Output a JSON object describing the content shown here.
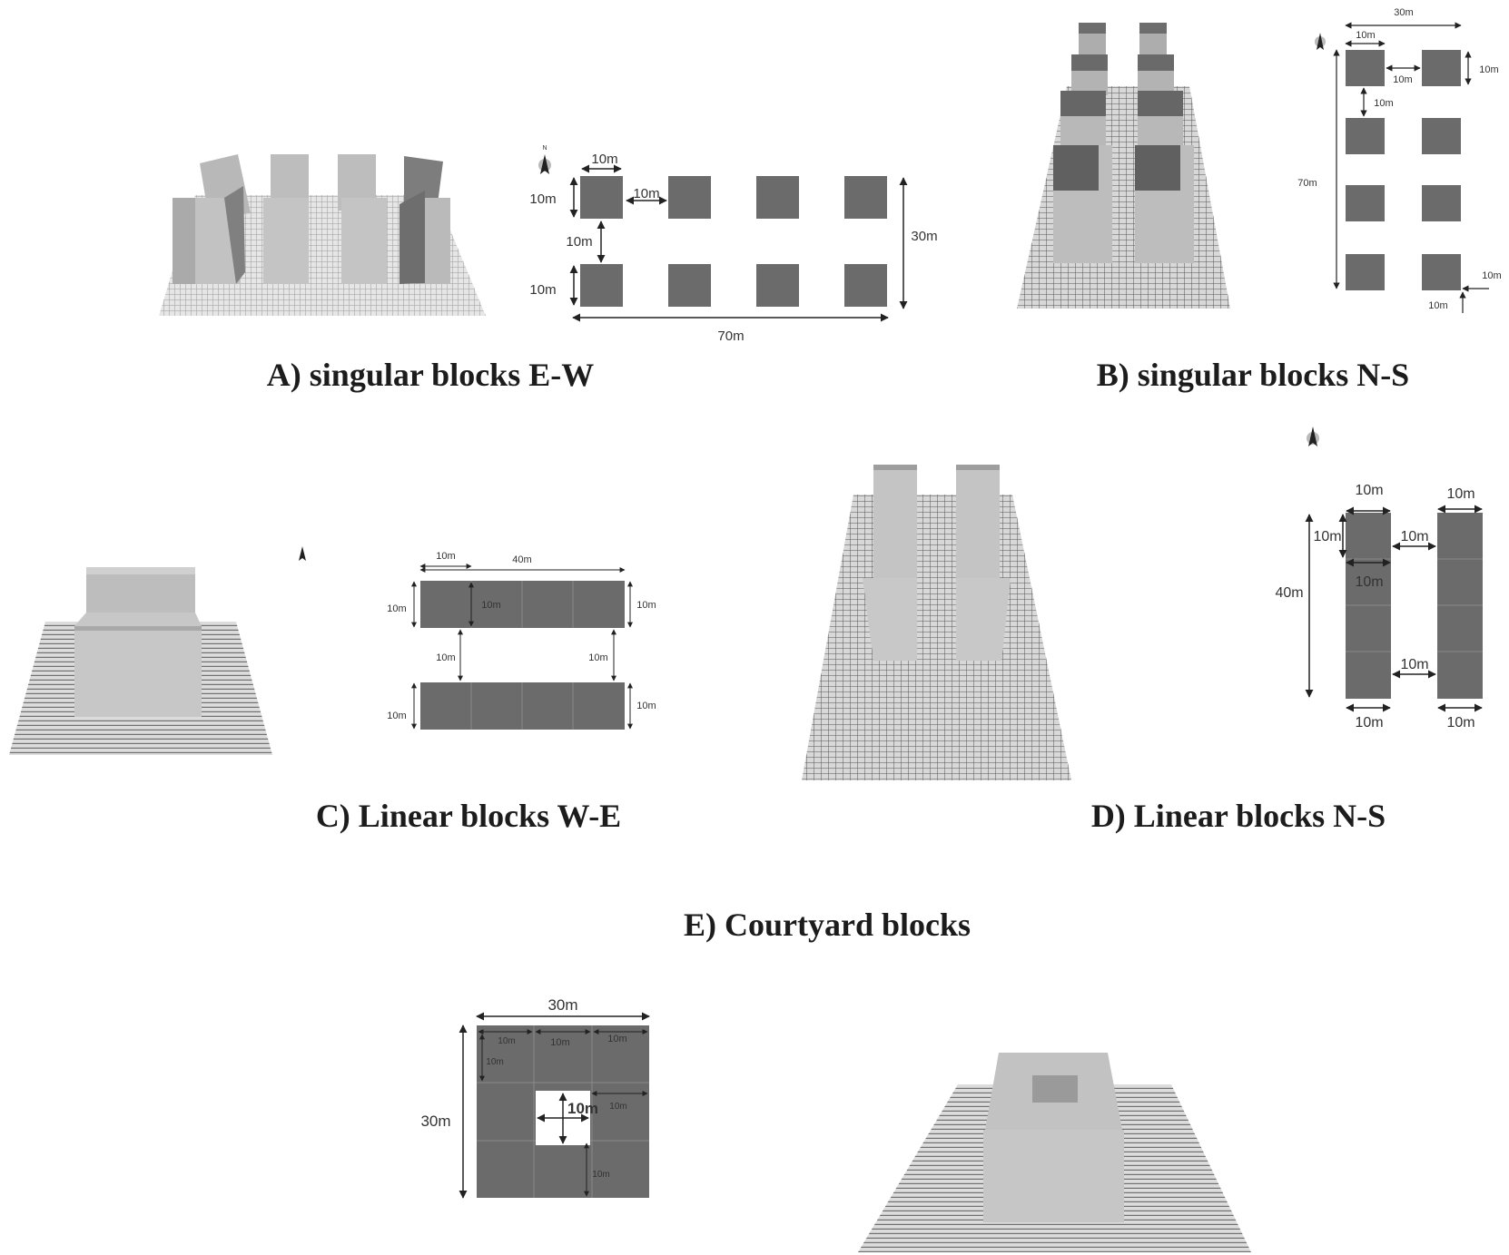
{
  "panels": {
    "a": {
      "caption": "A) singular blocks E-W",
      "north": "N",
      "dims": {
        "top_w": "10m",
        "gap_h": "10m",
        "block_h1": "10m",
        "gap_v": "10m",
        "block_h2": "10m",
        "total_h": "30m",
        "total_w": "70m"
      }
    },
    "b": {
      "caption": "B) singular blocks N-S",
      "north": "N",
      "dims": {
        "total_w": "30m",
        "block_w": "10m",
        "gap_h": "10m",
        "block_h": "10m",
        "gap_v": "10m",
        "total_h": "70m",
        "bottom_w": "10m",
        "bottom_h": "10m"
      }
    },
    "c": {
      "caption": "C) Linear blocks W-E",
      "north": "N",
      "dims": {
        "cell_w": "10m",
        "total_w": "40m",
        "left_h1": "10m",
        "inner_h": "10m",
        "right_h1": "10m",
        "gap_left": "10m",
        "gap_right": "10m",
        "left_h2": "10m",
        "right_h2": "10m"
      }
    },
    "d": {
      "caption": "D) Linear blocks N-S",
      "north": "N",
      "dims": {
        "left_w": "10m",
        "right_w": "10m",
        "cell_h": "10m",
        "gap_top": "10m",
        "cell_w": "10m",
        "total_h": "40m",
        "gap_bottom": "10m",
        "bottom_left": "10m",
        "bottom_right": "10m"
      }
    },
    "e": {
      "caption": "E) Courtyard blocks",
      "dims": {
        "total_w": "30m",
        "col1": "10m",
        "col2": "10m",
        "col3": "10m",
        "row1": "10m",
        "inner_right": "10m",
        "court": "10m",
        "total_h": "30m",
        "bottom_right": "10m"
      }
    }
  }
}
